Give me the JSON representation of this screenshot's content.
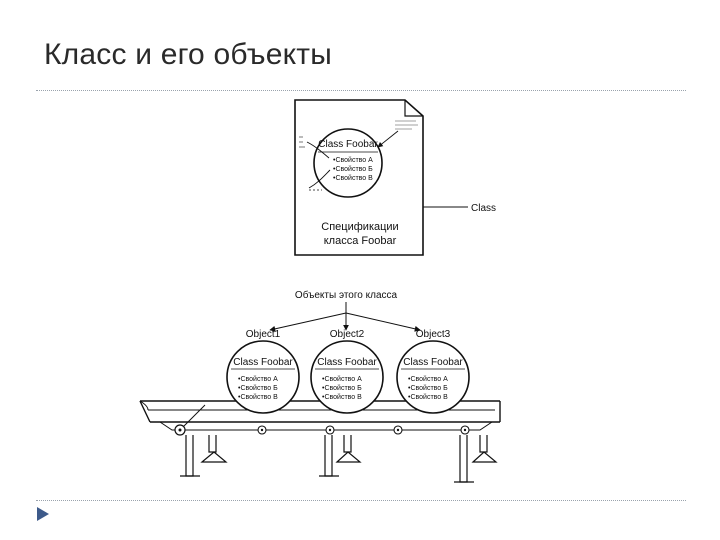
{
  "slide": {
    "title": "Класс и его объекты"
  },
  "diagram": {
    "document": {
      "heading": "Class Foobar",
      "properties": [
        "•Свойство А",
        "•Свойство Б",
        "•Свойство В"
      ],
      "spec_line1": "Спецификации",
      "spec_line2": "класса Foobar",
      "callout_label": "Class"
    },
    "objects_caption": "Объекты этого класса",
    "objects": [
      {
        "label": "Object1",
        "heading": "Class Foobar",
        "properties": [
          "•Свойство А",
          "•Свойство Б",
          "•Свойство В"
        ]
      },
      {
        "label": "Object2",
        "heading": "Class Foobar",
        "properties": [
          "•Свойство А",
          "•Свойство Б",
          "•Свойство В"
        ]
      },
      {
        "label": "Object3",
        "heading": "Class Foobar",
        "properties": [
          "•Свойство А",
          "•Свойство Б",
          "•Свойство В"
        ]
      }
    ]
  },
  "colors": {
    "title_text": "#2a2a2a",
    "divider": "#9aa3ad",
    "bullet": "#3d5a8a",
    "line_art": "#111111"
  }
}
